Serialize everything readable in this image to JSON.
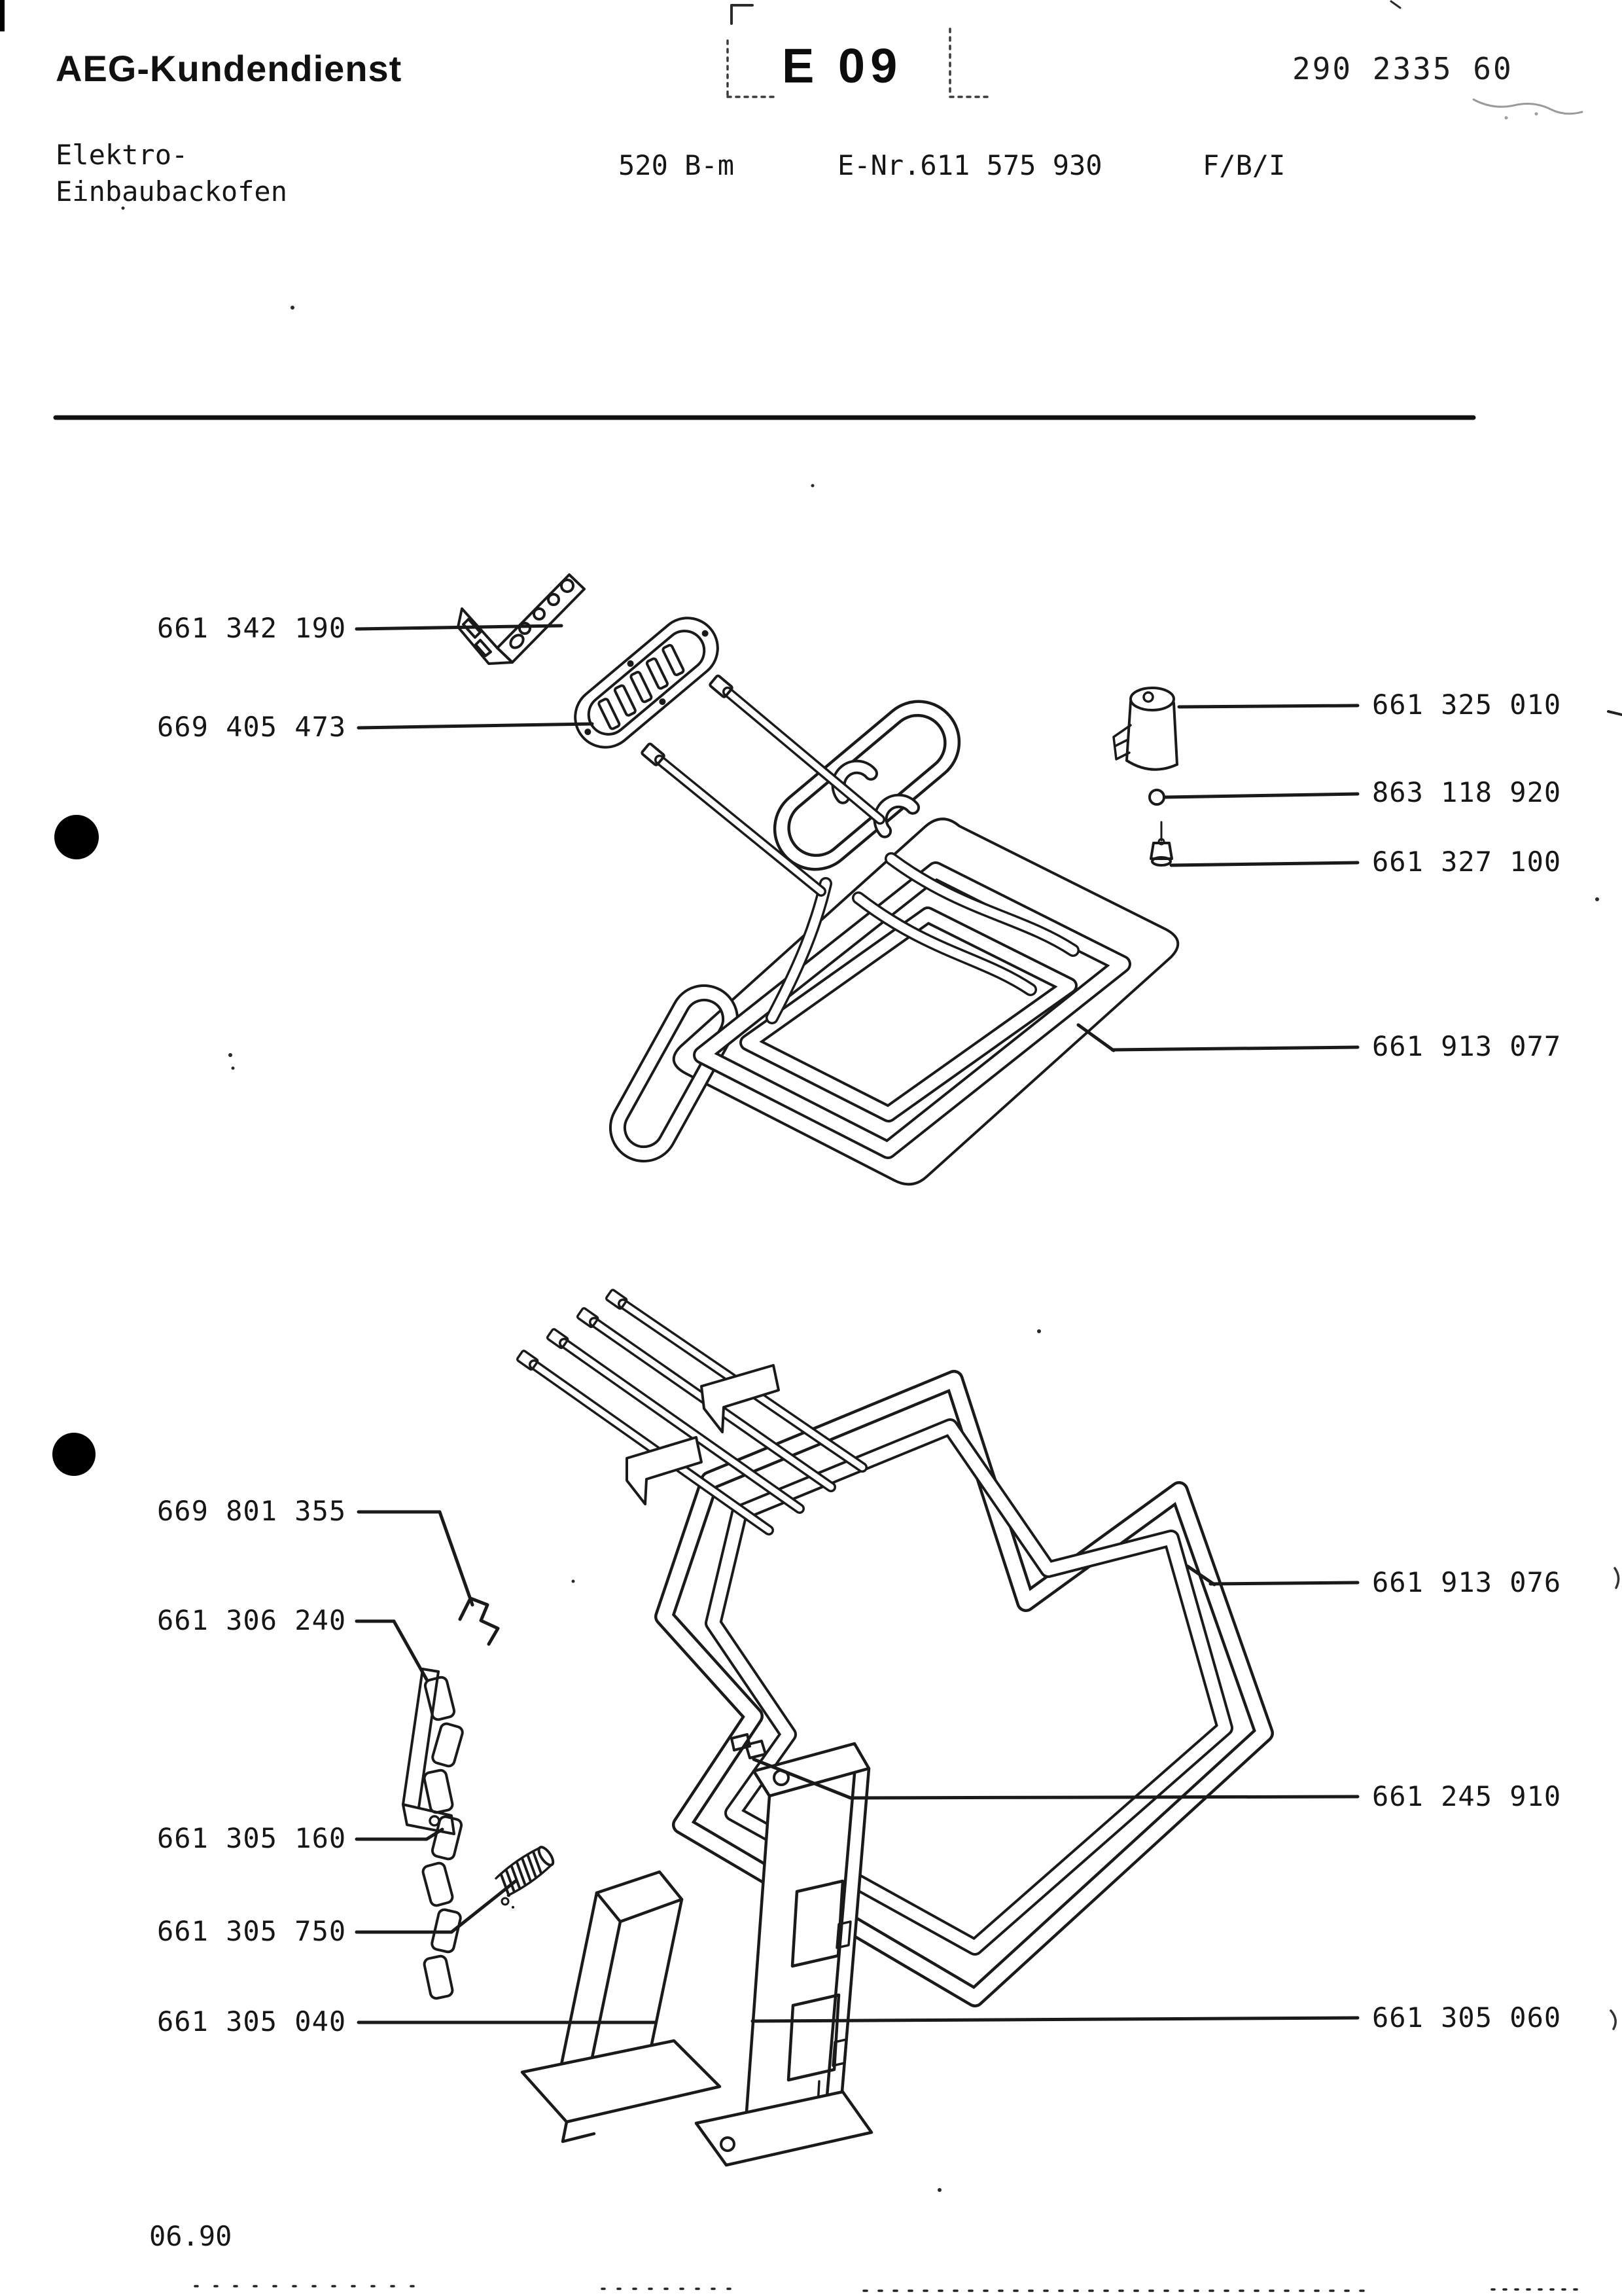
{
  "header": {
    "brand": "AEG-Kundendienst",
    "section_code": "E 09",
    "document_number": "290 2335 60",
    "appliance_line1": "Elektro-",
    "appliance_line2": "Einbaubackofen",
    "model": "520 B-m",
    "e_number": "E-Nr.611 575 930",
    "market_code": "F/B/I"
  },
  "footer": {
    "date_code": "06.90"
  },
  "parts": {
    "upper_left": [
      "661 342 190",
      "669 405 473"
    ],
    "upper_right": [
      "661 325 010",
      "863 118 920",
      "661 327 100",
      "661 913 077"
    ],
    "lower_left": [
      "669 801 355",
      "661 306 240",
      "661 305 160",
      "661 305 750",
      "661 305 040"
    ],
    "lower_right": [
      "661 913 076",
      "661 245 910",
      "661 305 060"
    ]
  },
  "colors": {
    "ink": "#1a1a1a",
    "paper": "#ffffff"
  }
}
